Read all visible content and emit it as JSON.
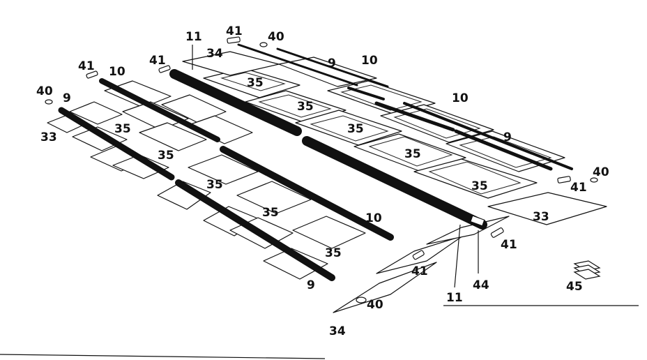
{
  "diagram": {
    "callouts": {
      "c11_top": "11",
      "c41_top": "41",
      "c40_top": "40",
      "c34_top": "34",
      "c9_top": "9",
      "c10_top": "10",
      "c41_left_a": "41",
      "c10_left": "10",
      "c41_left_b": "41",
      "c40_left": "40",
      "c9_left": "9",
      "c33_left": "33",
      "c35_a": "35",
      "c35_b": "35",
      "c35_c": "35",
      "c35_d": "35",
      "c35_e": "35",
      "c35_f": "35",
      "c35_g": "35",
      "c35_h": "35",
      "c35_i": "35",
      "c35_j": "35",
      "c10_right_upper": "10",
      "c9_right": "9",
      "c40_right": "40",
      "c41_right_a": "41",
      "c33_right": "33",
      "c10_mid": "10",
      "c41_right_b": "41",
      "c41_bottom": "41",
      "c44": "44",
      "c11_bottom": "11",
      "c9_bottom": "9",
      "c40_bottom": "40",
      "c34_bottom": "34",
      "c45": "45"
    }
  }
}
